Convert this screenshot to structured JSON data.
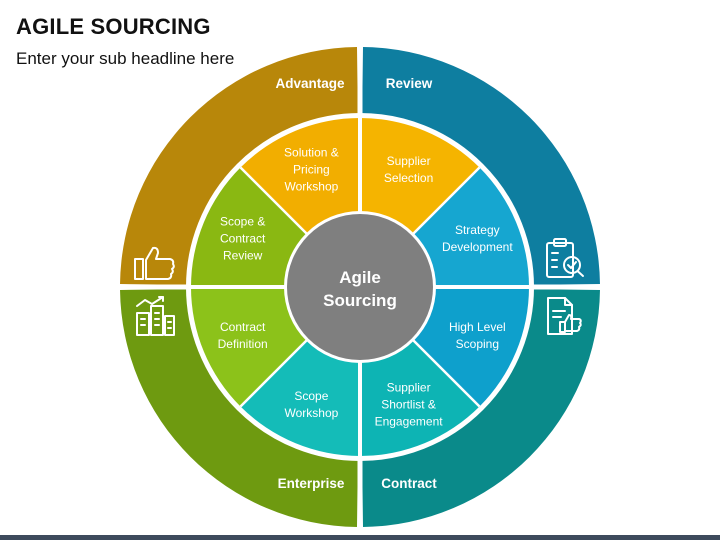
{
  "title": "AGILE SOURCING",
  "subtitle": "Enter your sub headline here",
  "center": {
    "lines": [
      "Agile",
      "Sourcing"
    ],
    "color": "#7f7f7f"
  },
  "quadrants": [
    {
      "label": "Advantage",
      "color": "#b8870a",
      "icon": "thumbs-up-icon"
    },
    {
      "label": "Review",
      "color": "#0e7ea0",
      "icon": "clipboard-search-icon"
    },
    {
      "label": "Contract",
      "color": "#0a8a8a",
      "icon": "document-approve-icon"
    },
    {
      "label": "Enterprise",
      "color": "#6e9a10",
      "icon": "city-growth-icon"
    }
  ],
  "segments": [
    {
      "lines": [
        "Supplier",
        "Selection"
      ],
      "color": "#f5b400"
    },
    {
      "lines": [
        "Strategy",
        "Development"
      ],
      "color": "#16a6d0"
    },
    {
      "lines": [
        "High Level",
        "Scoping"
      ],
      "color": "#0ea0cc"
    },
    {
      "lines": [
        "Supplier",
        "Shortlist &",
        "Engagement"
      ],
      "color": "#0db4b4"
    },
    {
      "lines": [
        "Scope",
        "Workshop"
      ],
      "color": "#14bcb8"
    },
    {
      "lines": [
        "Contract",
        "Definition"
      ],
      "color": "#8cc21a"
    },
    {
      "lines": [
        "Scope &",
        "Contract",
        "Review"
      ],
      "color": "#8ab812"
    },
    {
      "lines": [
        "Solution &",
        "Pricing",
        "Workshop"
      ],
      "color": "#f2ae00"
    }
  ]
}
